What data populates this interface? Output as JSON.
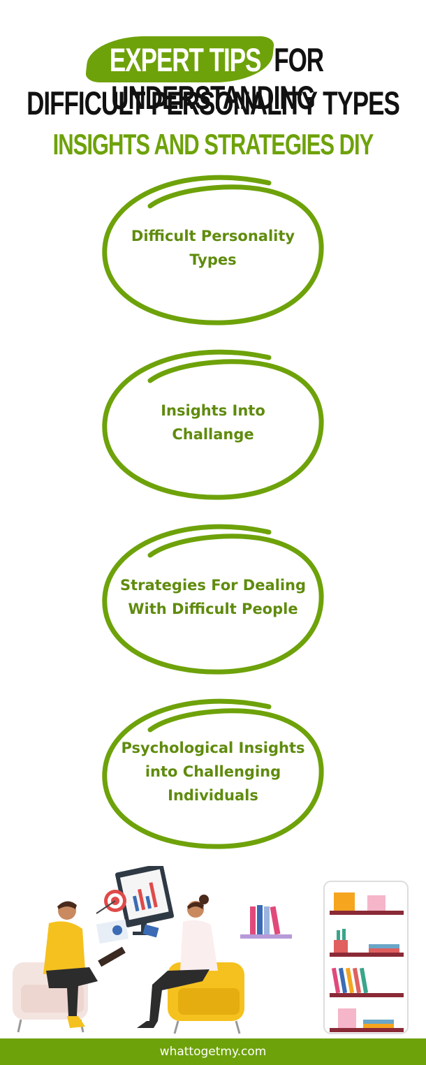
{
  "header": {
    "highlight": "EXPERT TIPS",
    "line1_rest": "FOR UNDERSTANDING",
    "line2": "DIFFICULT PERSONALITY TYPES",
    "subtitle": "INSIGHTS AND STRATEGIES DIY"
  },
  "circles": [
    {
      "label": "Difficult Personality Types"
    },
    {
      "label": "Insights Into Challange"
    },
    {
      "label": "Strategies For Dealing With Difficult People"
    },
    {
      "label": "Psychological Insights into Challenging Individuals"
    }
  ],
  "illustration": {
    "description_icon": "counselling-session-illustration"
  },
  "footer": {
    "site": "whattogetmy.com"
  },
  "colors": {
    "accent": "#6ea20a",
    "text_green": "#5f8b0d",
    "dark": "#111111"
  }
}
